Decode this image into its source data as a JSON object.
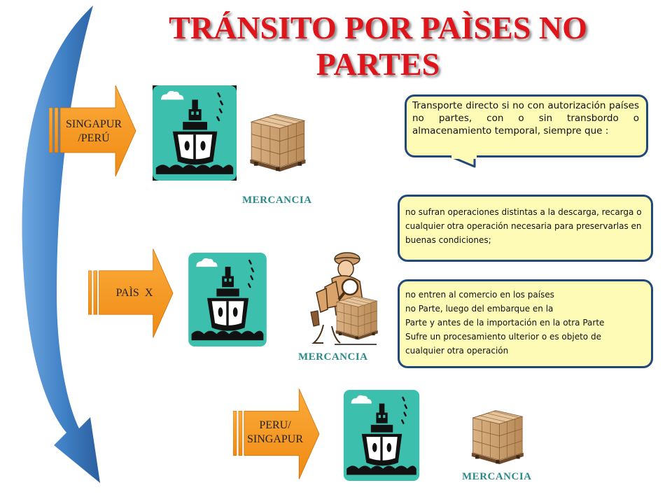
{
  "title": "TRÁNSITO POR PAÌSES NO PARTES",
  "rows": [
    {
      "route_line1": "SINGAPUR",
      "route_line2": "/PERÚ",
      "cargo_label": "MERCANCIA"
    },
    {
      "route_line1": "PAÌS  X",
      "cargo_label": "MERCANCIA"
    },
    {
      "route_line1": "PERU/",
      "route_line2": "SINGAPUR",
      "cargo_label": "MERCANCIA"
    }
  ],
  "conditions": {
    "intro": "Transporte directo si no con autorización países no partes, con o sin transbordo o almacenamiento temporal, siempre que :",
    "condition_1": "no sufran operaciones distintas a la descarga, recarga o cualquier otra  operación necesaria para preservarlas en buenas condiciones;",
    "condition_2_lines": [
      "no entren al comercio en los países",
      "no Parte, luego del embarque en la",
      "Parte y antes de la importación en la otra Parte",
      "Sufre un procesamiento  ulterior o es objeto de",
      "cualquier otra operación"
    ]
  },
  "colors": {
    "title": "#e0141b",
    "arrow": "#f7941d",
    "ship_bg": "#3dbfae",
    "box_fill": "#fdfbb6",
    "box_border": "#21487a",
    "flow_arrow": "#3f7fc4",
    "cargo_label": "#2a8a8a"
  },
  "icons": [
    "flow-curved-arrow-icon",
    "chevron-arrow-icon",
    "ship-icon",
    "boxes-pallet-icon",
    "inspector-icon"
  ]
}
